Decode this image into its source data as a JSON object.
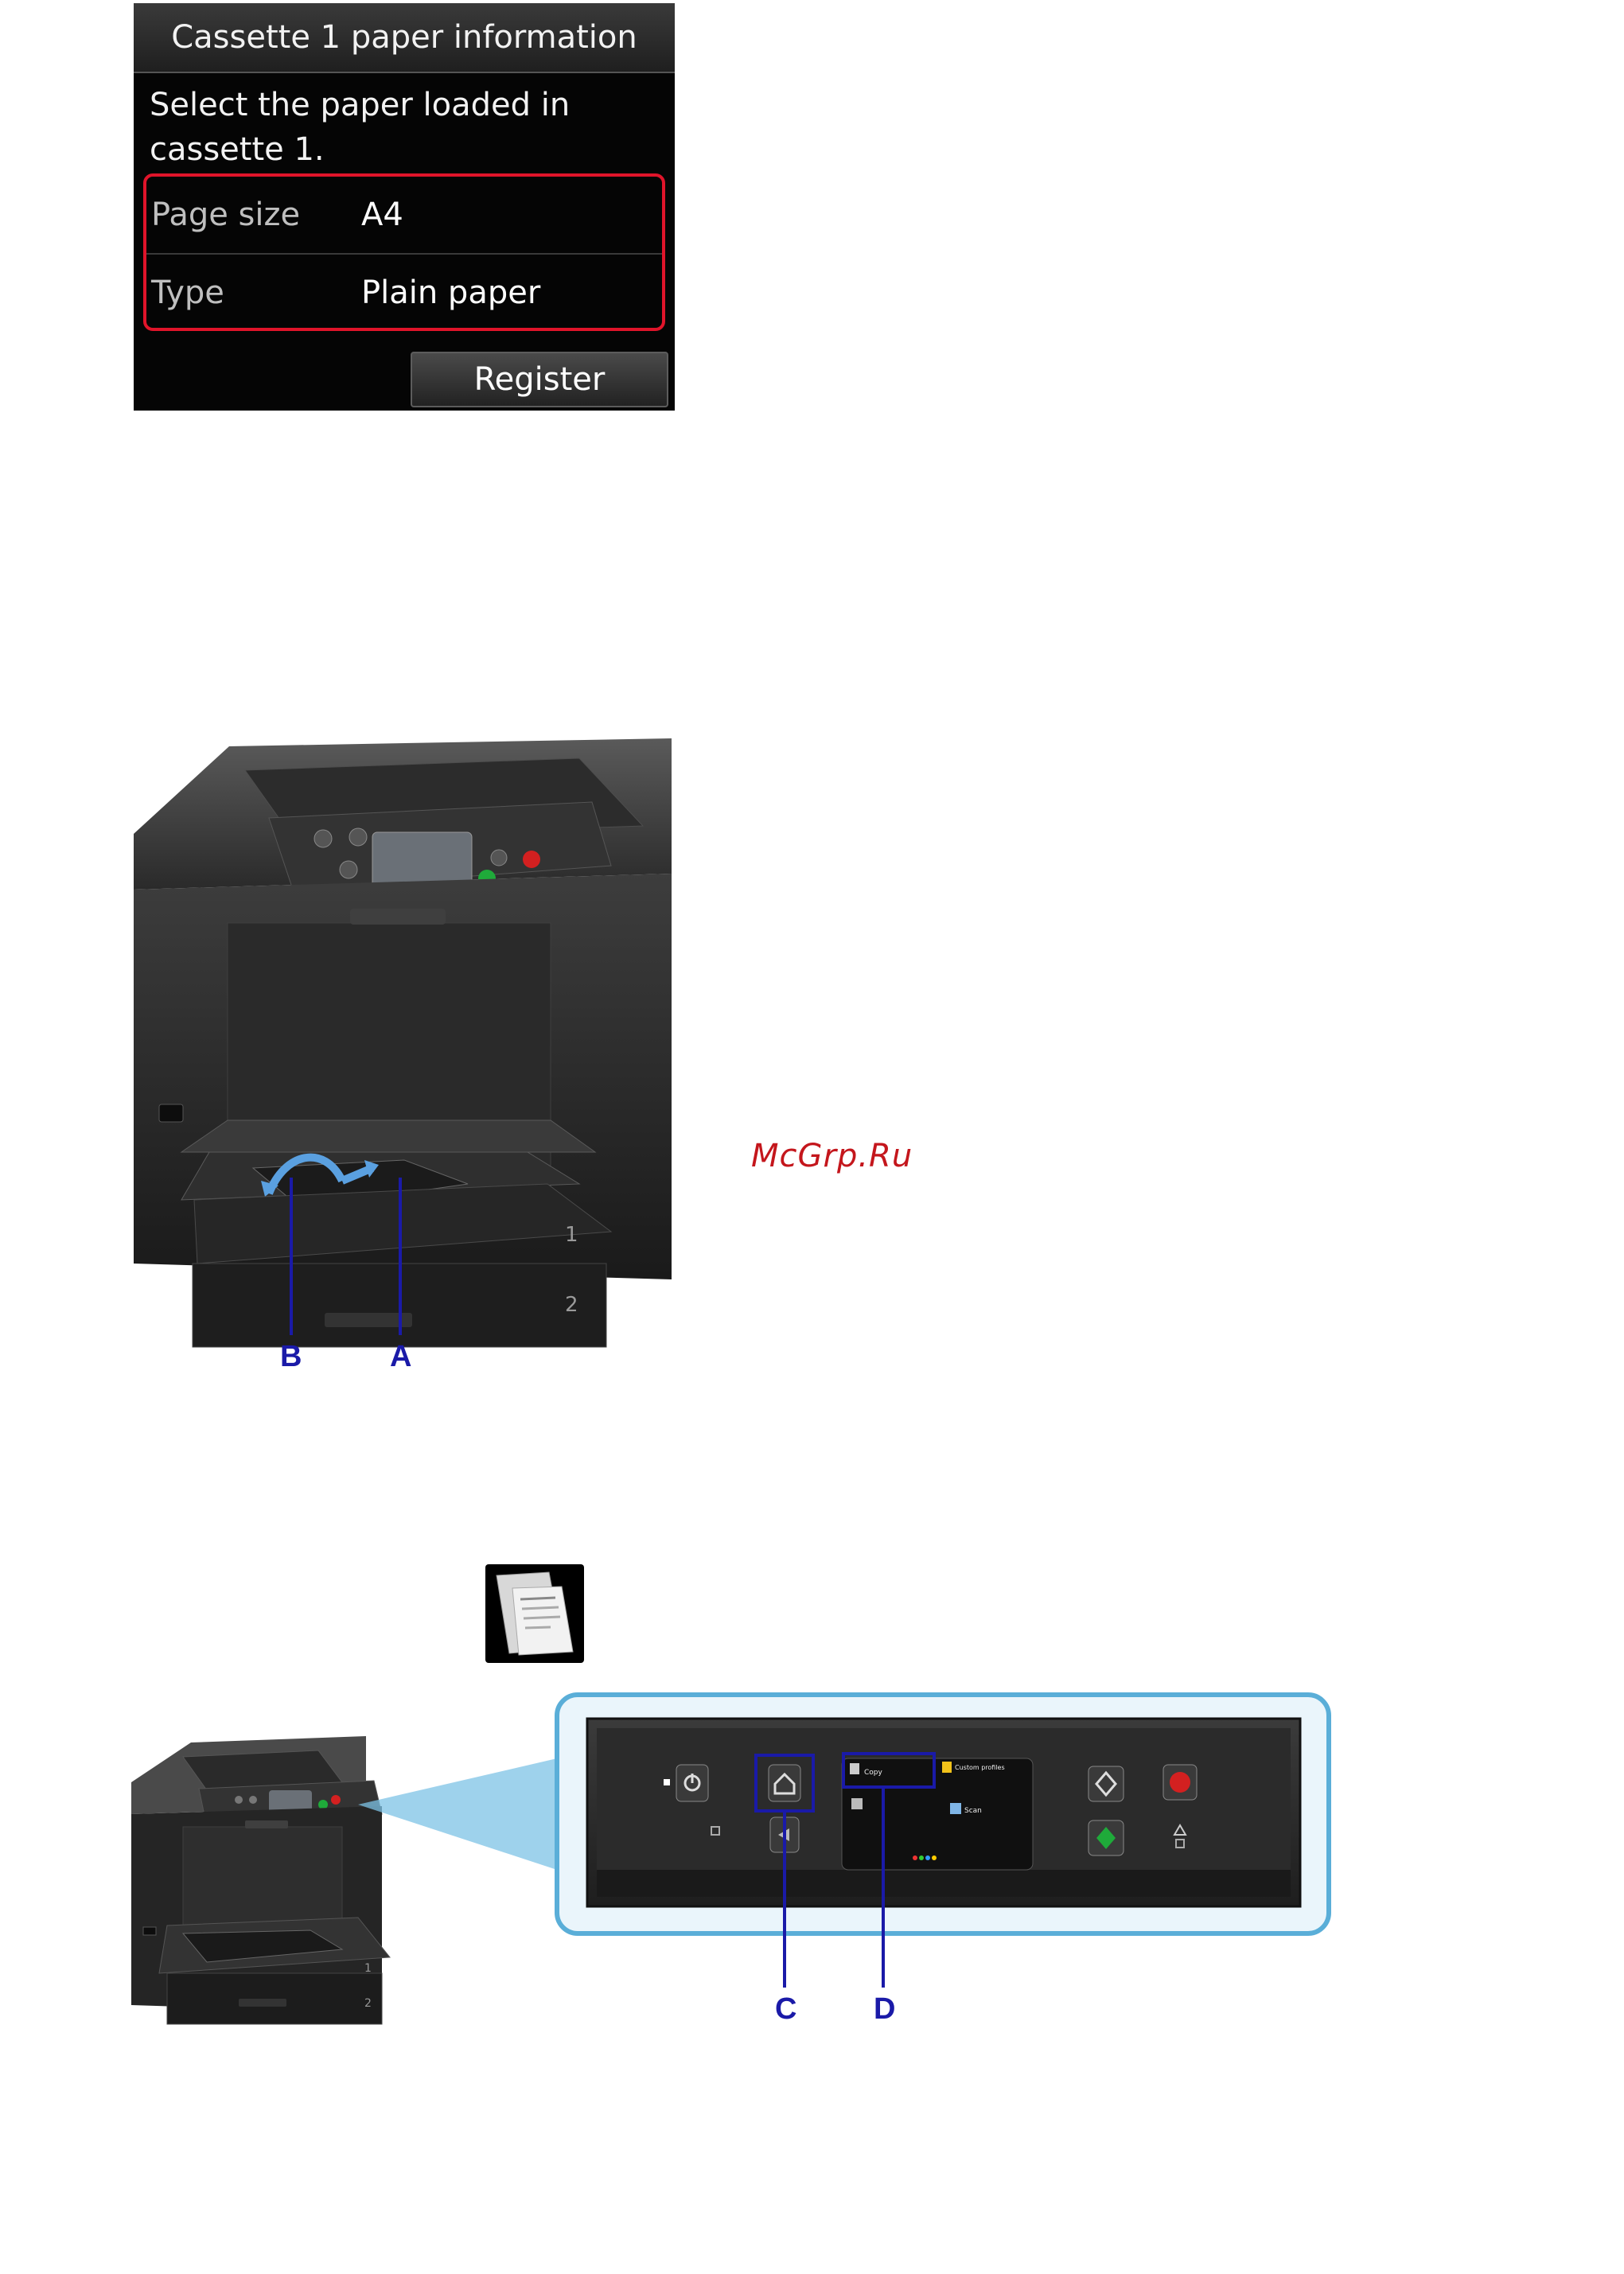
{
  "lcd": {
    "title": "Cassette 1 paper information",
    "message": "Select the paper loaded in cassette 1.",
    "settings": [
      {
        "label": "Page size",
        "value": "A4"
      },
      {
        "label": "Type",
        "value": "Plain paper"
      }
    ],
    "register_label": "Register",
    "highlight_color": "#e0142a"
  },
  "figure_tray": {
    "tray_numbers": [
      "1",
      "2"
    ],
    "callouts": [
      "B",
      "A"
    ]
  },
  "figure_panel": {
    "callouts": [
      "C",
      "D"
    ],
    "screen_items": [
      "Copy",
      "Custom profiles",
      "Scan"
    ],
    "tray_numbers": [
      "1",
      "2"
    ]
  },
  "watermark": "McGrp.Ru",
  "icons": {
    "copy": "copy-icon",
    "home": "home-icon",
    "power": "power-icon",
    "back": "back-icon",
    "start_bw": "black-start-icon",
    "start_color": "color-start-icon",
    "stop": "stop-icon",
    "alarm": "alarm-icon"
  },
  "colors": {
    "callout": "#1a1aa8",
    "zoom_frame": "#5aaed8",
    "watermark": "#c4161c"
  }
}
